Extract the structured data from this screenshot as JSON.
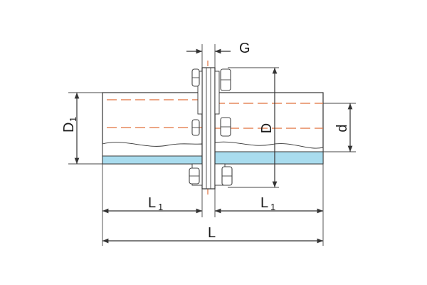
{
  "dimensions": {
    "G": "G",
    "D": "D",
    "d": "d",
    "D1_main": "D",
    "D1_sub": "1",
    "L1_left_main": "L",
    "L1_left_sub": "1",
    "L1_right_main": "L",
    "L1_right_sub": "1",
    "L": "L"
  },
  "colors": {
    "bore_fill": "#a9dcee",
    "centerline": "#e0703c",
    "outline": "#333333",
    "bolt": "#444444"
  }
}
